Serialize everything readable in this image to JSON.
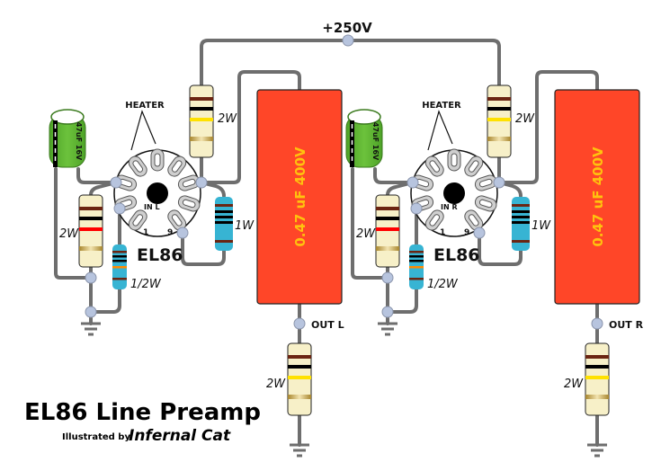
{
  "diagram": {
    "title": "EL86 Line Preamp",
    "credit_prefix": "Illustrated by",
    "credit_name": "Infernal Cat",
    "supply_label": "+250V",
    "colors": {
      "wire": "#6e6e6e",
      "node": "#b7c4de",
      "coupling_cap": "#ff4628",
      "coupling_cap_text": "#ffc20e",
      "electrolytic": "#5cb531",
      "power_resistor_body": "#f7f0c8",
      "small_resistor_body": "#37b4d3",
      "band_brown": "#6b2512",
      "band_black": "#000000",
      "band_red": "#ff0000",
      "band_yellow": "#ffe100",
      "band_orange": "#ff8a00",
      "band_gold": "#b89a4a"
    },
    "channels": [
      {
        "id": "left",
        "tube_label": "EL86",
        "heater_label": "HEATER",
        "input_label": "IN L",
        "pin1_label": "1",
        "pin9_label": "9",
        "output_label": "OUT L",
        "electrolytic_label": "47uF 16V",
        "coupling_cap_label": "0.47 uF 400V",
        "plate_resistor_watt": "2W",
        "cathode_resistor_watt": "2W",
        "grid_resistor_watt": "1/2W",
        "screen_resistor_watt": "1W",
        "output_resistor_watt": "2W"
      },
      {
        "id": "right",
        "tube_label": "EL86",
        "heater_label": "HEATER",
        "input_label": "IN R",
        "pin1_label": "1",
        "pin9_label": "9",
        "output_label": "OUT R",
        "electrolytic_label": "47uF 16V",
        "coupling_cap_label": "0.47 uF 400V",
        "plate_resistor_watt": "2W",
        "cathode_resistor_watt": "2W",
        "grid_resistor_watt": "1/2W",
        "screen_resistor_watt": "1W",
        "output_resistor_watt": "2W"
      }
    ]
  }
}
